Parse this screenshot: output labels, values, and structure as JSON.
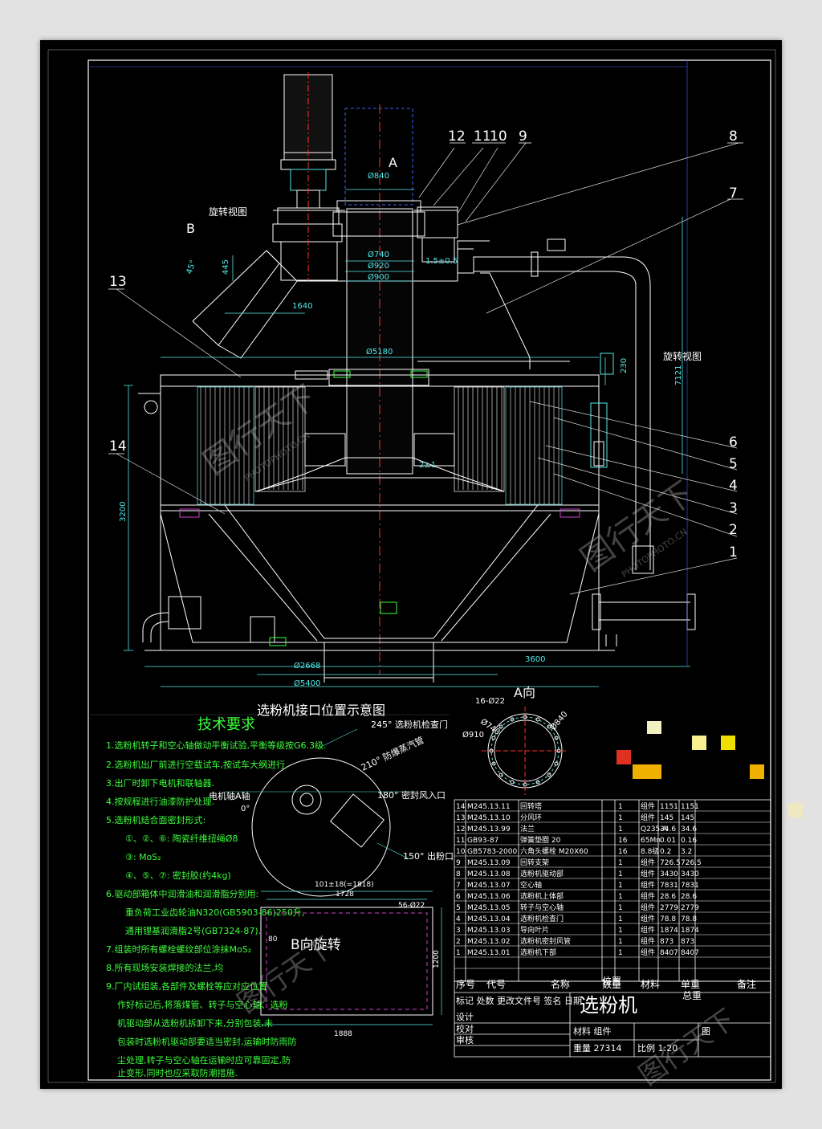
{
  "drawing": {
    "title": "选粉机",
    "part_numbers": [
      "12",
      "11",
      "10",
      "9",
      "8",
      "7",
      "13",
      "14",
      "6",
      "5",
      "4",
      "3",
      "2",
      "1"
    ],
    "view_labels": {
      "a": "A",
      "b": "B",
      "a_view": "A向",
      "rotated_view_1": "旋转视图",
      "rotated_view_2": "旋转视图",
      "b_rotated": "B向旋转"
    },
    "dimensions": {
      "d840_top": "Ø840",
      "d740": "Ø740",
      "d920": "Ø920",
      "d900": "Ø900",
      "d5180": "Ø5180",
      "d2668": "Ø2668",
      "d5400": "Ø5400",
      "w1640": "1640",
      "w445": "445",
      "h3200": "3200",
      "w3600": "3600",
      "w7121": "7121",
      "w230": "230",
      "gap_15": "1.5±0.5",
      "gap_2": "2±1",
      "angle45": "45°",
      "flange_holes": "16-Ø22",
      "flange_d740": "Ø740",
      "flange_d910": "Ø910",
      "flange_d840": "Ø840",
      "rect_top": "101±18(=1818)",
      "rect_1728": "1728",
      "rect_56": "56-Ø22",
      "rect_80": "80",
      "rect_1200": "1200",
      "rect_1888": "1888"
    },
    "interface_schematic": {
      "title": "选粉机接口位置示意图",
      "labels": [
        "245° 选粉机检查门",
        "210° 防爆蒸汽管",
        "电机轴A轴",
        "0°",
        "180° 密封风入口",
        "150° 出粉口"
      ]
    },
    "technical_requirements": {
      "title": "技术要求",
      "items": [
        "1.选粉机转子和空心轴做动平衡试验,平衡等级按G6.3级.",
        "2.选粉机出厂前进行空载试车,按试车大纲进行.",
        "3.出厂时卸下电机和联轴器.",
        "4.按规程进行油漆防护处理.",
        "5.选粉机结合面密封形式:",
        "①、②、⑥: 陶瓷纤维扭绳Ø8",
        "③: MoS₂",
        "④、⑤、⑦: 密封胶(约4kg)",
        "6.驱动部箱体中润滑油和润滑脂分别用:",
        "重负荷工业齿轮油N320(GB5903-86)250升,",
        "通用锂基润滑脂2号(GB7324-87).",
        "7.组装时所有螺栓螺纹部位涂抹MoS₂",
        "8.所有现场安装焊接的法兰,均",
        "9.厂内试组装,各部件及螺栓等应对应位置",
        "作好标记后,将落煤管、转子与空心轴、选粉",
        "机驱动部从选粉机拆卸下来,分别包装,未",
        "包装时选粉机驱动部要适当密封,运输时防雨防",
        "尘处理,转子与空心轴在运输时应可靠固定,防",
        "止变形,同时也应采取防潮措施."
      ]
    },
    "parts_list": {
      "rows": [
        {
          "no": "14",
          "code": "M245.13.11",
          "name": "回转塔",
          "qty": "1",
          "mat": "组件",
          "w1": "1151",
          "w2": "1151"
        },
        {
          "no": "13",
          "code": "M245.13.10",
          "name": "分风环",
          "qty": "1",
          "mat": "组件",
          "w1": "145",
          "w2": "145"
        },
        {
          "no": "12",
          "code": "M245.13.99",
          "name": "法兰",
          "qty": "1",
          "mat": "Q235-A",
          "w1": "34.6",
          "w2": "34.6"
        },
        {
          "no": "11",
          "code": "GB93-87",
          "name": "弹簧垫圈 20",
          "qty": "16",
          "mat": "65Mn",
          "w1": "0.01",
          "w2": "0.16"
        },
        {
          "no": "10",
          "code": "GB5783-2000",
          "name": "六角头螺栓 M20X60",
          "qty": "16",
          "mat": "8.8级",
          "w1": "0.2",
          "w2": "3.2"
        },
        {
          "no": "9",
          "code": "M245.13.09",
          "name": "回转支架",
          "qty": "1",
          "mat": "组件",
          "w1": "726.5",
          "w2": "726.5"
        },
        {
          "no": "8",
          "code": "M245.13.08",
          "name": "选粉机驱动部",
          "qty": "1",
          "mat": "组件",
          "w1": "3430",
          "w2": "3430"
        },
        {
          "no": "7",
          "code": "M245.13.07",
          "name": "空心轴",
          "qty": "1",
          "mat": "组件",
          "w1": "7831",
          "w2": "7831"
        },
        {
          "no": "6",
          "code": "M245.13.06",
          "name": "选粉机上体部",
          "qty": "1",
          "mat": "组件",
          "w1": "28.6",
          "w2": "28.6"
        },
        {
          "no": "5",
          "code": "M245.13.05",
          "name": "转子与空心轴",
          "qty": "1",
          "mat": "组件",
          "w1": "2779",
          "w2": "2779"
        },
        {
          "no": "4",
          "code": "M245.13.04",
          "name": "选粉机检查门",
          "qty": "1",
          "mat": "组件",
          "w1": "78.8",
          "w2": "78.8"
        },
        {
          "no": "3",
          "code": "M245.13.03",
          "name": "导向叶片",
          "qty": "1",
          "mat": "组件",
          "w1": "1874",
          "w2": "1874"
        },
        {
          "no": "2",
          "code": "M245.13.02",
          "name": "选粉机密封风管",
          "qty": "1",
          "mat": "组件",
          "w1": "873",
          "w2": "873"
        },
        {
          "no": "1",
          "code": "M245.13.01",
          "name": "选粉机下部",
          "qty": "1",
          "mat": "组件",
          "w1": "8407",
          "w2": "8407"
        }
      ],
      "header": [
        "序号",
        "代号",
        "名称",
        "数量",
        "材料",
        "单重",
        "总重",
        "备注"
      ],
      "header_extra": "位置"
    },
    "title_block": {
      "title": "选粉机",
      "rows": [
        "标记 处数 更改文件号 签名 日期",
        "设计",
        "校对",
        "审核"
      ],
      "material": "材料 组件",
      "weight": "重量 27314",
      "scale": "比例 1:20",
      "sheet": "图"
    }
  },
  "watermark": {
    "text_cn": "图行天下",
    "text_en": "PHOTOPHOTO.CN"
  },
  "colors": {
    "background": "#000000",
    "frame": "#ffffff",
    "cyan": "#54e8e8",
    "yellow": "#f0e060",
    "green": "#3cff3c",
    "magenta": "#d040d0",
    "blue": "#4060ff",
    "red": "#ff3030"
  }
}
